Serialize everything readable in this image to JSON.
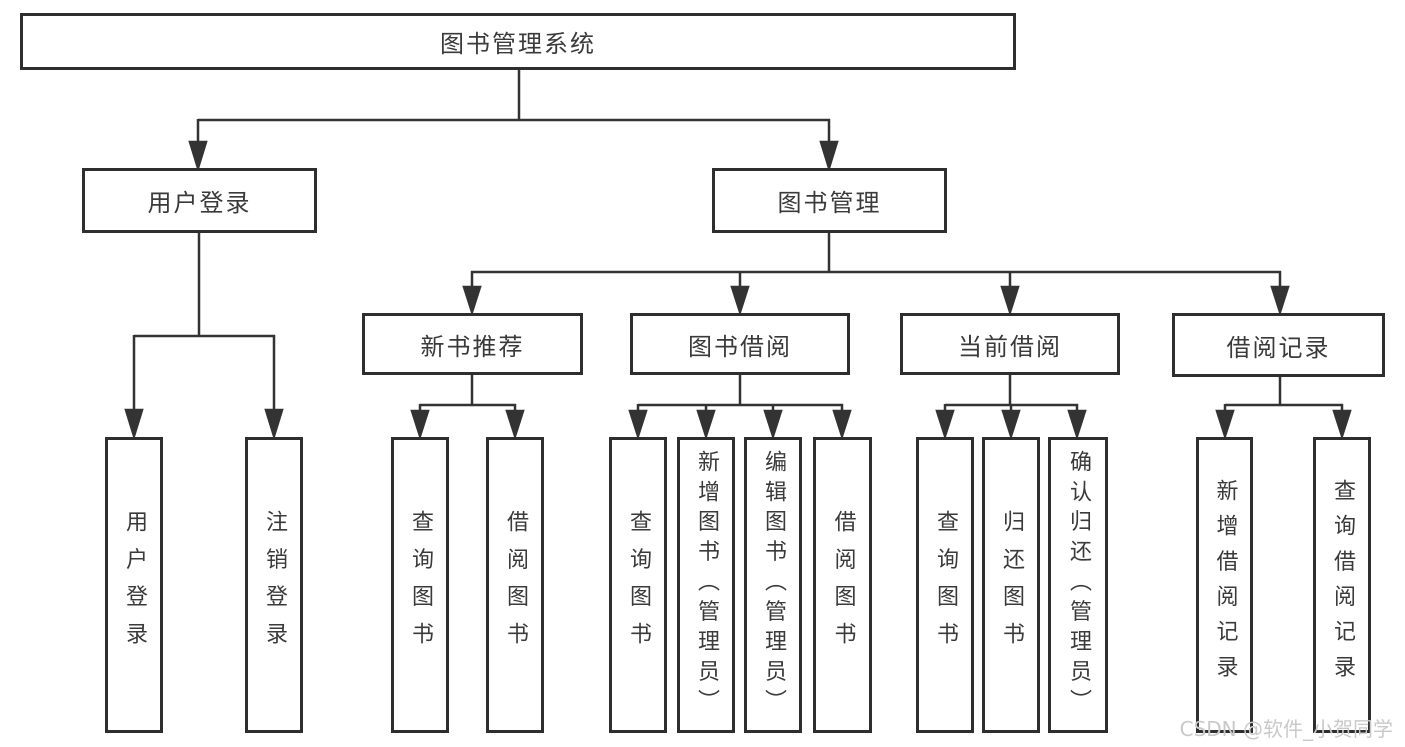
{
  "diagram": {
    "root": {
      "label": "图书管理系统"
    },
    "branches": [
      {
        "label": "用户登录",
        "children": [
          {
            "label": "用户登录"
          },
          {
            "label": "注销登录"
          }
        ]
      },
      {
        "label": "图书管理",
        "children": [
          {
            "label": "新书推荐",
            "children": [
              {
                "label": "查询图书"
              },
              {
                "label": "借阅图书"
              }
            ]
          },
          {
            "label": "图书借阅",
            "children": [
              {
                "label": "查询图书"
              },
              {
                "label": "新增图书（管理员）"
              },
              {
                "label": "编辑图书（管理员）"
              },
              {
                "label": "借阅图书"
              }
            ]
          },
          {
            "label": "当前借阅",
            "children": [
              {
                "label": "查询图书"
              },
              {
                "label": "归还图书"
              },
              {
                "label": "确认归还（管理员）"
              }
            ]
          },
          {
            "label": "借阅记录",
            "children": [
              {
                "label": "新增借阅记录"
              },
              {
                "label": "查询借阅记录"
              }
            ]
          }
        ]
      }
    ]
  },
  "watermark": {
    "text": "CSDN @软件_小贺同学"
  },
  "colors": {
    "line": "#333333",
    "border": "#2e2e2e",
    "text": "#3a3a3a",
    "watermark": "#c9c9c9",
    "background": "#ffffff"
  }
}
